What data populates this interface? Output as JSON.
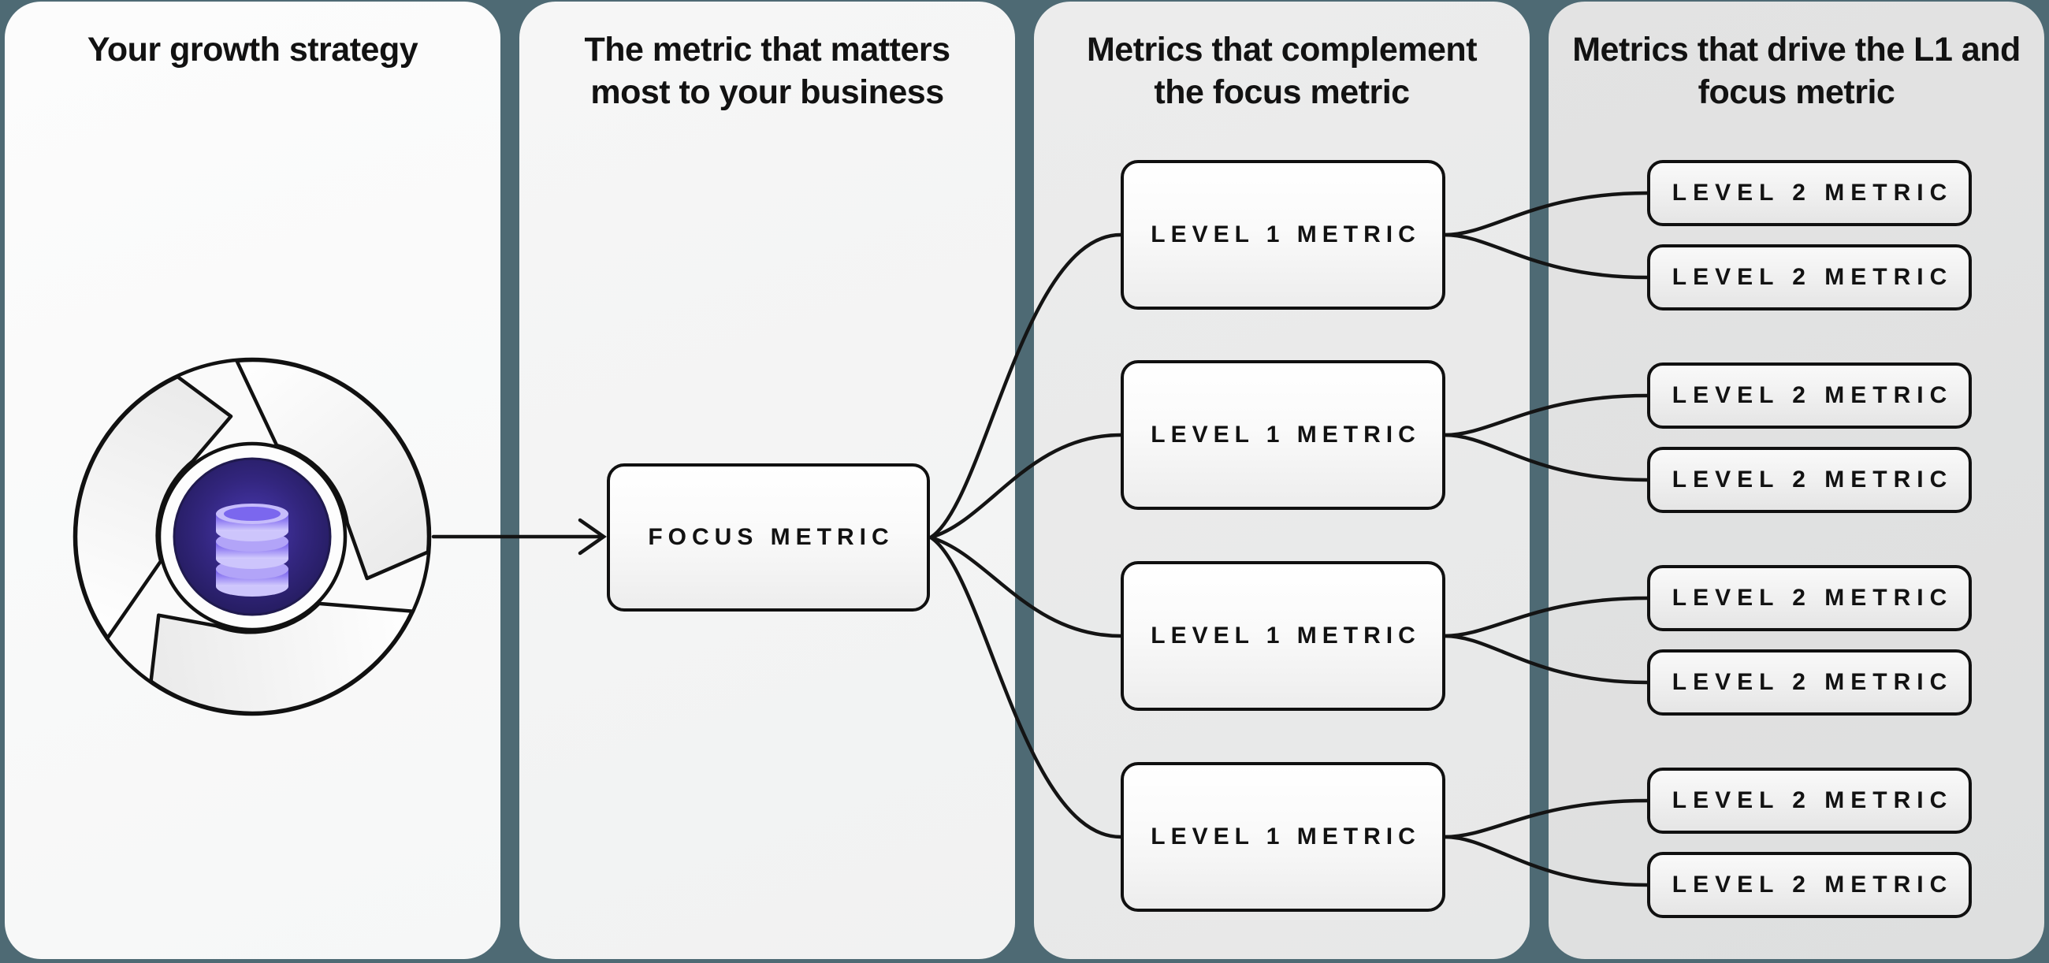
{
  "diagram": {
    "panels": [
      {
        "title": "Your growth strategy"
      },
      {
        "title": "The metric that matters most to your business"
      },
      {
        "title": "Metrics that complement the focus metric"
      },
      {
        "title": "Metrics that drive the L1 and focus metric"
      }
    ],
    "focus_label": "FOCUS METRIC",
    "level1_labels": [
      "LEVEL 1 METRIC",
      "LEVEL 1 METRIC",
      "LEVEL 1 METRIC",
      "LEVEL 1 METRIC"
    ],
    "level2_labels": [
      "LEVEL 2 METRIC",
      "LEVEL 2 METRIC",
      "LEVEL 2 METRIC",
      "LEVEL 2 METRIC",
      "LEVEL 2 METRIC",
      "LEVEL 2 METRIC",
      "LEVEL 2 METRIC",
      "LEVEL 2 METRIC"
    ],
    "icons": {
      "flywheel": "growth-loop-flywheel-icon",
      "core": "database-icon",
      "arrow": "right-arrow-icon"
    },
    "colors": {
      "background_slate": "#4e6a74",
      "panel_1": "#fafafa",
      "panel_2": "#f4f4f4",
      "panel_3": "#eaeaea",
      "panel_4": "#e1e1e1",
      "line_black": "#141414",
      "box_border": "#101010",
      "core_indigo_dark": "#1f1853",
      "core_indigo_light": "#4b3ab5",
      "database_purple": "#8673f1",
      "database_lavender": "#c6bcfb"
    }
  }
}
